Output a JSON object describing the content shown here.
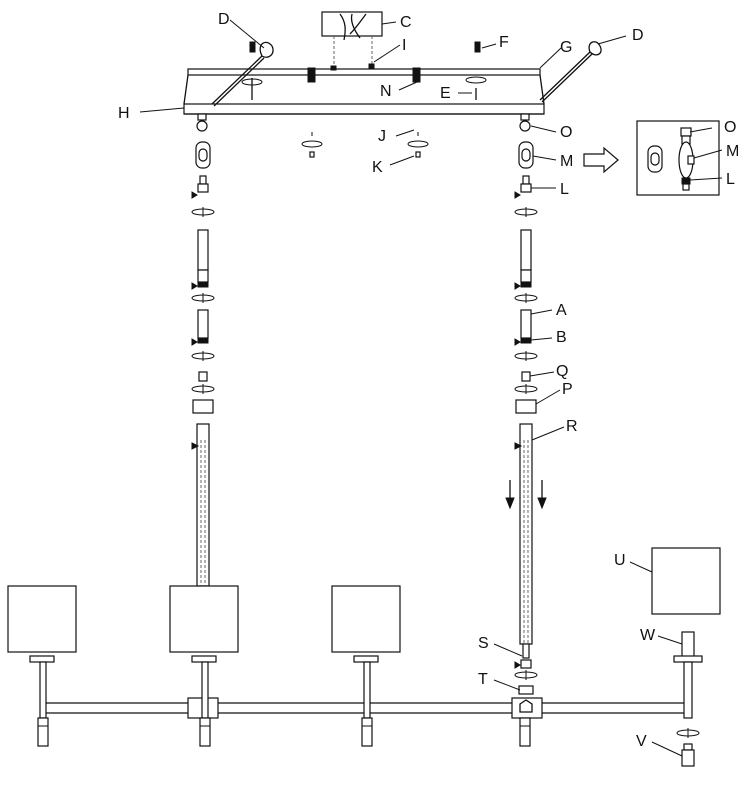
{
  "labels": {
    "A": "A",
    "B": "B",
    "C": "C",
    "D": "D",
    "E": "E",
    "F": "F",
    "G": "G",
    "H": "H",
    "I": "I",
    "J": "J",
    "K": "K",
    "L": "L",
    "M": "M",
    "N": "N",
    "O": "O",
    "P": "P",
    "Q": "Q",
    "R": "R",
    "S": "S",
    "T": "T",
    "U": "U",
    "V": "V",
    "W": "W"
  }
}
